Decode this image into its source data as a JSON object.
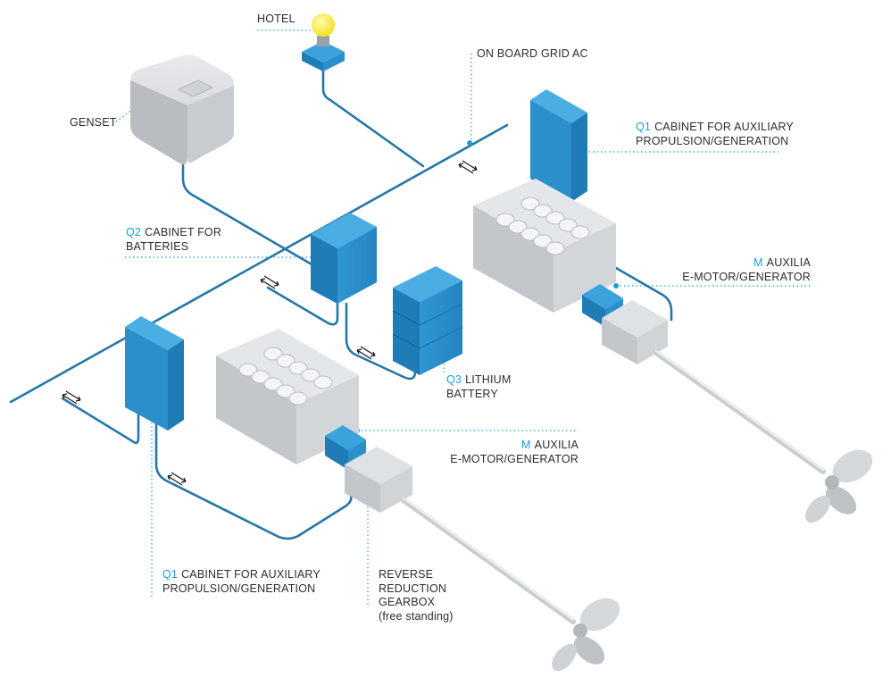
{
  "colors": {
    "accent": "#1d9fd6",
    "cabinet": "#2a8bc8",
    "cable": "#2577a8",
    "grey": "#cfd3d6",
    "text": "#2c2c2c",
    "bulb": "#f5e81c"
  },
  "labels": {
    "hotel": "HOTEL",
    "on_board_grid": "ON BOARD GRID AC",
    "genset": "GENSET",
    "q1_top": {
      "code": "Q1",
      "line1": "CABINET FOR AUXILIARY",
      "line2": "PROPULSION/GENERATION"
    },
    "q2": {
      "code": "Q2",
      "line1": "CABINET FOR",
      "line2": "BATTERIES"
    },
    "m_top": {
      "code": "M",
      "line1": "AUXILIA",
      "line2": "E-MOTOR/GENERATOR"
    },
    "q3": {
      "code": "Q3",
      "line1": "LITHIUM",
      "line2": "BATTERY"
    },
    "m_bottom": {
      "code": "M",
      "line1": "AUXILIA",
      "line2": "E-MOTOR/GENERATOR"
    },
    "q1_bottom": {
      "code": "Q1",
      "line1": "CABINET FOR AUXILIARY",
      "line2": "PROPULSION/GENERATION"
    },
    "gearbox": {
      "line1": "REVERSE",
      "line2": "REDUCTION",
      "line3": "GEARBOX",
      "line4": "(free standing)"
    }
  }
}
